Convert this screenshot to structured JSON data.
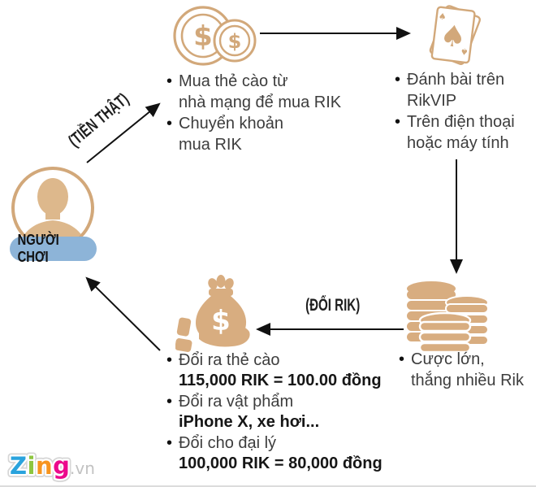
{
  "colors": {
    "tan_outline": "#d2a87a",
    "tan_solid": "#d8ad80",
    "avatar_skin": "#ddb88c",
    "label_pill_blue": "#8db4d8",
    "arrow_black": "#111111",
    "text_regular": "#3d3d3d",
    "text_bold": "#161616",
    "logo_z_blue": "#2aa3dd",
    "logo_i_green": "#8dc63f",
    "logo_n_orange": "#f7941e",
    "logo_g_magenta": "#ec098c",
    "logo_vn_gray": "#c2c2c2"
  },
  "glyphs": {
    "dollar": "$",
    "spade": "♠"
  },
  "player": {
    "label": "NGƯỜI CHƠI"
  },
  "arrow_labels": {
    "real_money": "(TIỀN THẬT)",
    "exchange_rik": "(ĐỔI RIK)"
  },
  "steps": {
    "buy": {
      "icon": "coins-icon",
      "lines": [
        "Mua thẻ cào từ",
        "nhà mạng để mua RIK",
        "Chuyển khoản",
        "mua RIK"
      ]
    },
    "play": {
      "icon": "playing-cards-icon",
      "lines": [
        "Đánh bài trên",
        "RikVIP",
        "Trên điện thoại",
        "hoặc máy tính"
      ]
    },
    "win": {
      "icon": "coin-stack-icon",
      "lines": [
        "Cược lớn,",
        "thắng nhiều Rik"
      ]
    },
    "redeem": {
      "icon": "moneybag-hand-icon",
      "lines": [
        "Đổi ra thẻ cào",
        "115,000 RIK = 100.00 đồng",
        "Đổi ra vật phẩm",
        "iPhone X, xe hơi...",
        "Đổi cho đại lý",
        "100,000 RIK = 80,000 đồng"
      ]
    }
  },
  "logo": {
    "text": "Zing",
    "letters": [
      {
        "ch": "Z"
      },
      {
        "ch": "i"
      },
      {
        "ch": "n"
      },
      {
        "ch": "g"
      }
    ],
    "suffix": ".vn"
  }
}
